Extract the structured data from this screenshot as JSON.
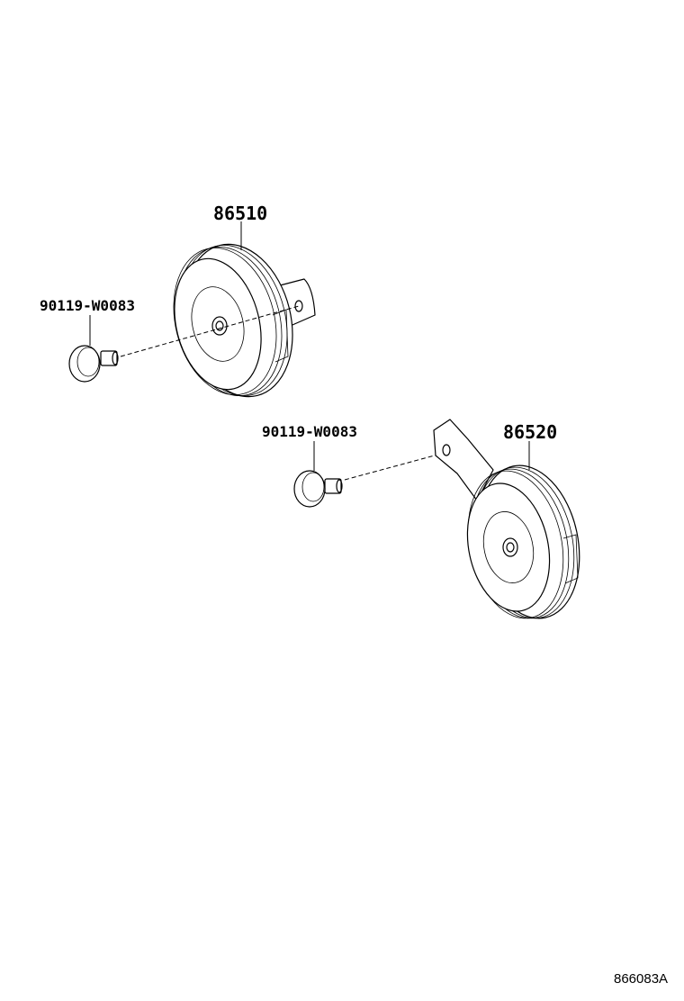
{
  "parts": {
    "horn_high": {
      "part_number": "86510"
    },
    "bolt_upper": {
      "part_number": "90119-W0083"
    },
    "bolt_lower": {
      "part_number": "90119-W0083"
    },
    "horn_low": {
      "part_number": "86520"
    }
  },
  "diagram_code": "866083A"
}
